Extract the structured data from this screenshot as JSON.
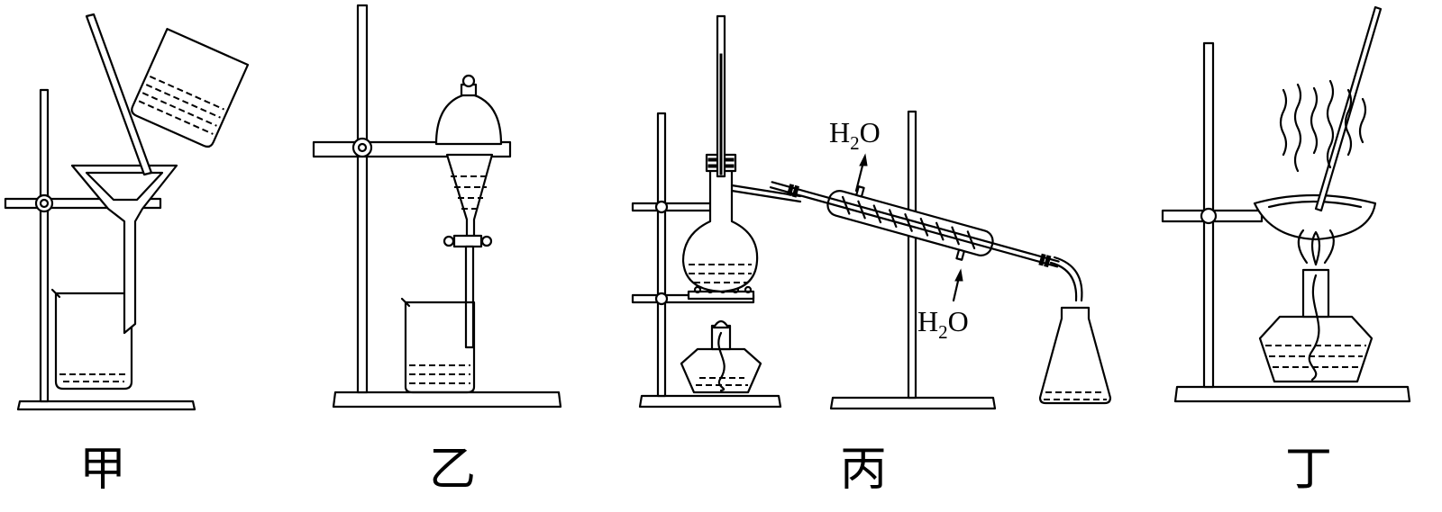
{
  "figure": {
    "labels": [
      {
        "id": "jia",
        "text": "甲"
      },
      {
        "id": "yi",
        "text": "乙"
      },
      {
        "id": "bing",
        "text": "丙"
      },
      {
        "id": "ding",
        "text": "丁"
      }
    ],
    "water_label_main": "H",
    "water_label_sub": "2",
    "water_label_tail": "O"
  }
}
